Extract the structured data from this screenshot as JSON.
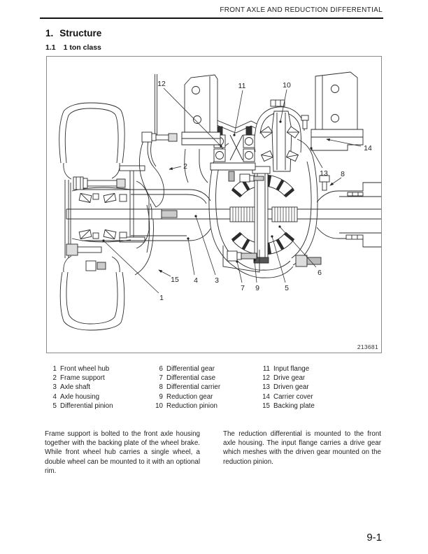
{
  "header": {
    "title": "FRONT AXLE AND REDUCTION DIFFERENTIAL"
  },
  "section": {
    "num": "1.",
    "title": "Structure"
  },
  "subsection": {
    "num": "1.1",
    "title": "1 ton class"
  },
  "figure": {
    "code": "213681",
    "callouts": [
      {
        "label": "1"
      },
      {
        "label": "2"
      },
      {
        "label": "3"
      },
      {
        "label": "4"
      },
      {
        "label": "5"
      },
      {
        "label": "6"
      },
      {
        "label": "7"
      },
      {
        "label": "8"
      },
      {
        "label": "9"
      },
      {
        "label": "10"
      },
      {
        "label": "11"
      },
      {
        "label": "12"
      },
      {
        "label": "13"
      },
      {
        "label": "14"
      },
      {
        "label": "15"
      }
    ]
  },
  "parts": {
    "columns": [
      {
        "items": [
          {
            "num": "1",
            "name": "Front wheel hub"
          },
          {
            "num": "2",
            "name": "Frame support"
          },
          {
            "num": "3",
            "name": "Axle shaft"
          },
          {
            "num": "4",
            "name": "Axle housing"
          },
          {
            "num": "5",
            "name": "Differential pinion"
          }
        ]
      },
      {
        "items": [
          {
            "num": "6",
            "name": "Differential gear"
          },
          {
            "num": "7",
            "name": "Differential case"
          },
          {
            "num": "8",
            "name": "Differential carrier"
          },
          {
            "num": "9",
            "name": "Reduction gear"
          },
          {
            "num": "10",
            "name": "Reduction pinion"
          }
        ]
      },
      {
        "items": [
          {
            "num": "11",
            "name": "Input flange"
          },
          {
            "num": "12",
            "name": "Drive gear"
          },
          {
            "num": "13",
            "name": "Driven gear"
          },
          {
            "num": "14",
            "name": "Carrier cover"
          },
          {
            "num": "15",
            "name": "Backing plate"
          }
        ]
      }
    ]
  },
  "body": {
    "left": "Frame support is bolted to the front axle housing together with the backing plate of the wheel brake. While front wheel hub carries a single wheel, a double wheel can be mounted to it with an optional rim.",
    "right": "The reduction differential is mounted to the front axle housing. The input flange carries a drive gear which meshes with the driven gear mounted on the reduction pinion."
  },
  "page_number": "9-1"
}
